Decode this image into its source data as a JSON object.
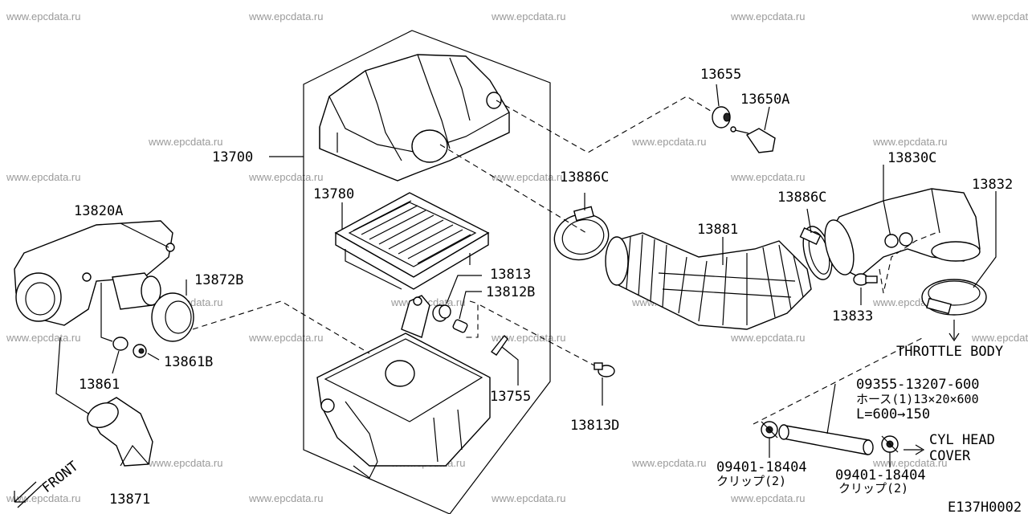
{
  "watermark": "www.epcdata.ru",
  "diagram_code": "E137H0002",
  "labels": {
    "p13655": "13655",
    "p13650a": "13650A",
    "p13700": "13700",
    "p13780": "13780",
    "p13886c_left": "13886C",
    "p13830c": "13830C",
    "p13832": "13832",
    "p13886c_right": "13886C",
    "p13820a": "13820A",
    "p13881": "13881",
    "p13872b": "13872B",
    "p13813": "13813",
    "p13812b": "13812B",
    "p13833": "13833",
    "p13861b": "13861B",
    "p13861": "13861",
    "p13755": "13755",
    "p13813d": "13813D",
    "p13871": "13871",
    "throttle_body": "THROTTLE BODY",
    "hose_part": "09355-13207-600",
    "hose_spec": "ホース(1)13×20×600",
    "hose_length": "L=600→150",
    "clip_part_left": "09401-18404",
    "clip_qty_left": "クリップ(2)",
    "clip_part_right": "09401-18404",
    "clip_qty_right": "クリップ(2)",
    "cyl_head_1": "CYL HEAD",
    "cyl_head_2": "COVER",
    "front": "FRONT"
  }
}
